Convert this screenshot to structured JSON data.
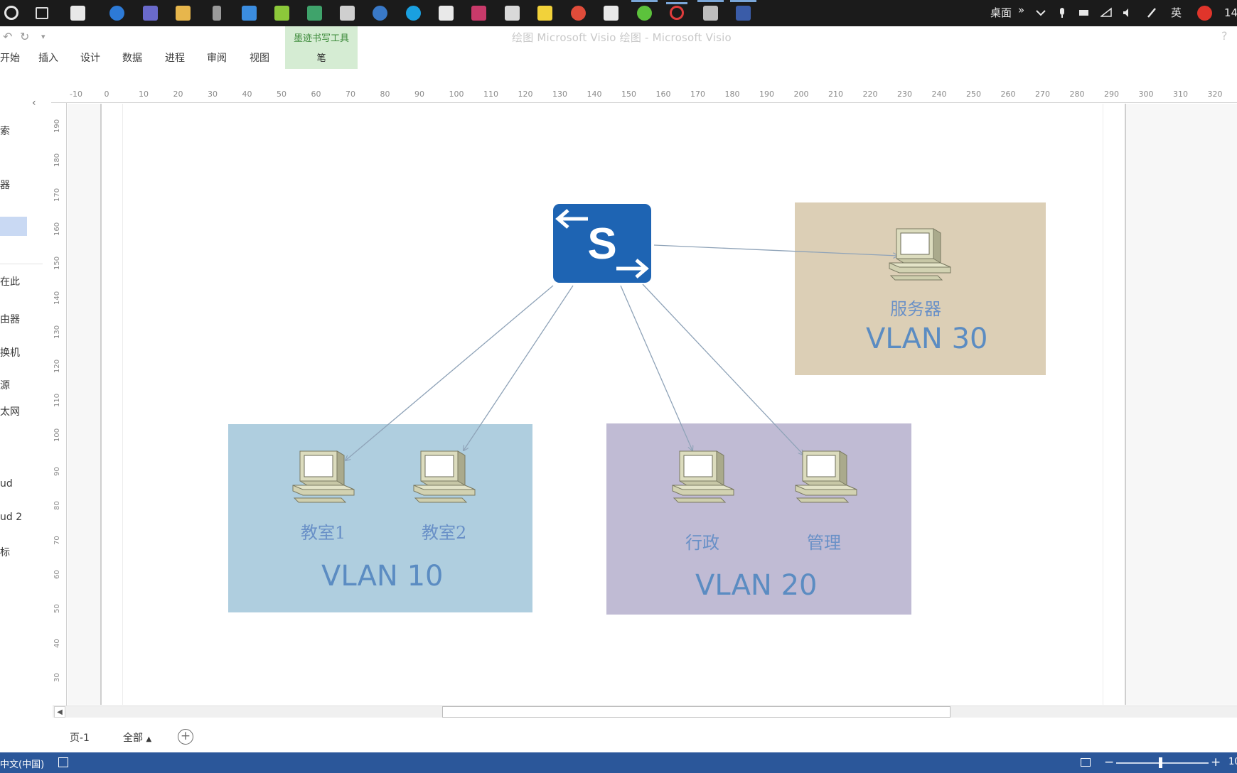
{
  "taskbar": {
    "tray_desktop": "桌面",
    "tray_ime": "英",
    "tray_clock": "14",
    "chevron": "»"
  },
  "window": {
    "title": "绘图 Microsoft Visio 绘图 - Microsoft Visio"
  },
  "ribbon": {
    "contextual_group": "墨迹书写工具",
    "contextual_tab": "笔",
    "tabs": [
      "开始",
      "插入",
      "设计",
      "数据",
      "进程",
      "审阅",
      "视图"
    ]
  },
  "shapes_pane": {
    "items": [
      "索",
      "器",
      "在此",
      "由器",
      "换机",
      "源",
      "太网",
      "ud",
      "ud 2",
      "标"
    ]
  },
  "ruler": {
    "h_ticks": [
      "-10",
      "0",
      "10",
      "20",
      "30",
      "40",
      "50",
      "60",
      "70",
      "80",
      "90",
      "100",
      "110",
      "120",
      "130",
      "140",
      "150",
      "160",
      "170",
      "180",
      "190",
      "200",
      "210",
      "220",
      "230",
      "240",
      "250",
      "260",
      "270",
      "280",
      "290",
      "300",
      "310",
      "320"
    ],
    "v_ticks": [
      "190",
      "180",
      "170",
      "160",
      "150",
      "140",
      "130",
      "120",
      "110",
      "100",
      "90",
      "80",
      "70",
      "60",
      "50",
      "40",
      "30"
    ]
  },
  "diagram": {
    "switch_letter": "S",
    "colors": {
      "vlan10": "#afcedf",
      "vlan20": "#c0bbd4",
      "vlan30": "#dccfb6",
      "switch": "#1e64b3",
      "label": "#5b8cc2",
      "link": "#8fa3b8"
    },
    "vlans": [
      {
        "id": "vlan10",
        "label": "VLAN 10",
        "pcs": [
          "教室1",
          "教室2"
        ]
      },
      {
        "id": "vlan20",
        "label": "VLAN 20",
        "pcs": [
          "行政",
          "管理"
        ]
      },
      {
        "id": "vlan30",
        "label": "VLAN 30",
        "pcs": [
          "服务器"
        ]
      }
    ]
  },
  "bottom": {
    "page_tab": "页-1",
    "all_tab": "全部",
    "add_page": "+"
  },
  "status": {
    "language": "中文(中国)",
    "zoom_minus": "−",
    "zoom_plus": "+",
    "zoom_level": "10"
  }
}
